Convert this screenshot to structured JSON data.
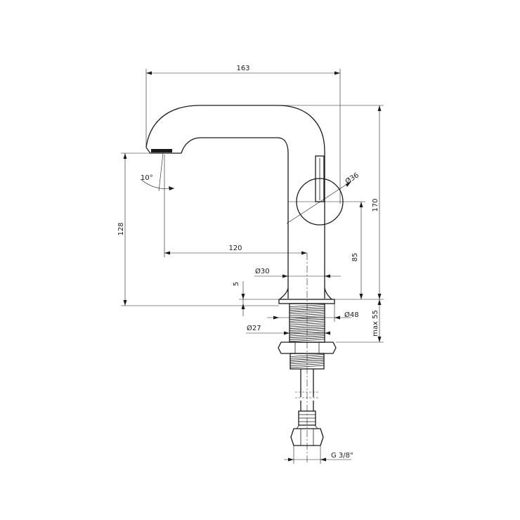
{
  "dimensions": {
    "spout_reach_overall": "163",
    "spout_reach_to_outlet": "120",
    "outlet_height": "128",
    "total_height": "170",
    "handle_axis_height": "85",
    "handle_diameter": "Ø36",
    "body_diameter": "Ø30",
    "base_plate_thickness": "5",
    "base_diameter": "Ø48",
    "thread_diameter": "Ø27",
    "max_deck_thickness": "max 55",
    "spout_angle": "10°",
    "connection_thread": "G 3/8\""
  },
  "colors": {
    "line": "#1a1a1a",
    "background": "#ffffff"
  }
}
